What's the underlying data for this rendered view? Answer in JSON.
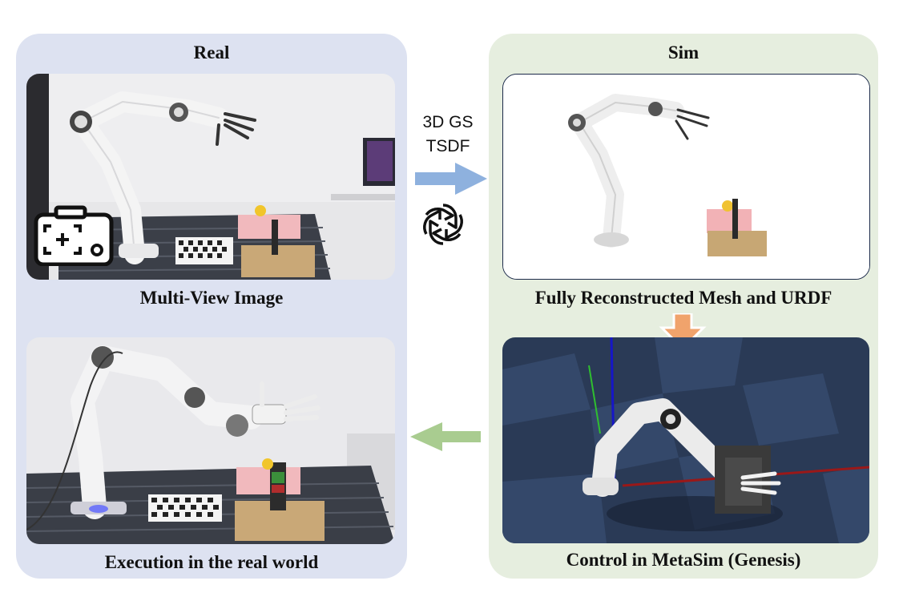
{
  "real": {
    "title": "Real",
    "top_caption": "Multi-View Image",
    "bottom_caption": "Execution in the real world"
  },
  "sim": {
    "title": "Sim",
    "top_caption": "Fully Reconstructed Mesh and URDF",
    "bottom_caption": "Control in MetaSim (Genesis)"
  },
  "methods": [
    "3D GS",
    "TSDF"
  ],
  "icons": {
    "camera": "camera-icon",
    "openai": "openai-logo-icon",
    "arrow_real_to_sim": "arrow-right-icon",
    "arrow_mesh_to_control": "arrow-down-icon",
    "arrow_sim_to_real": "arrow-left-icon"
  },
  "colors": {
    "real_panel": "#dde2f1",
    "sim_panel": "#e6eedf",
    "arrow_blue": "#8eb1de",
    "arrow_orange": "#f0a36c",
    "arrow_green": "#a9cc90"
  }
}
